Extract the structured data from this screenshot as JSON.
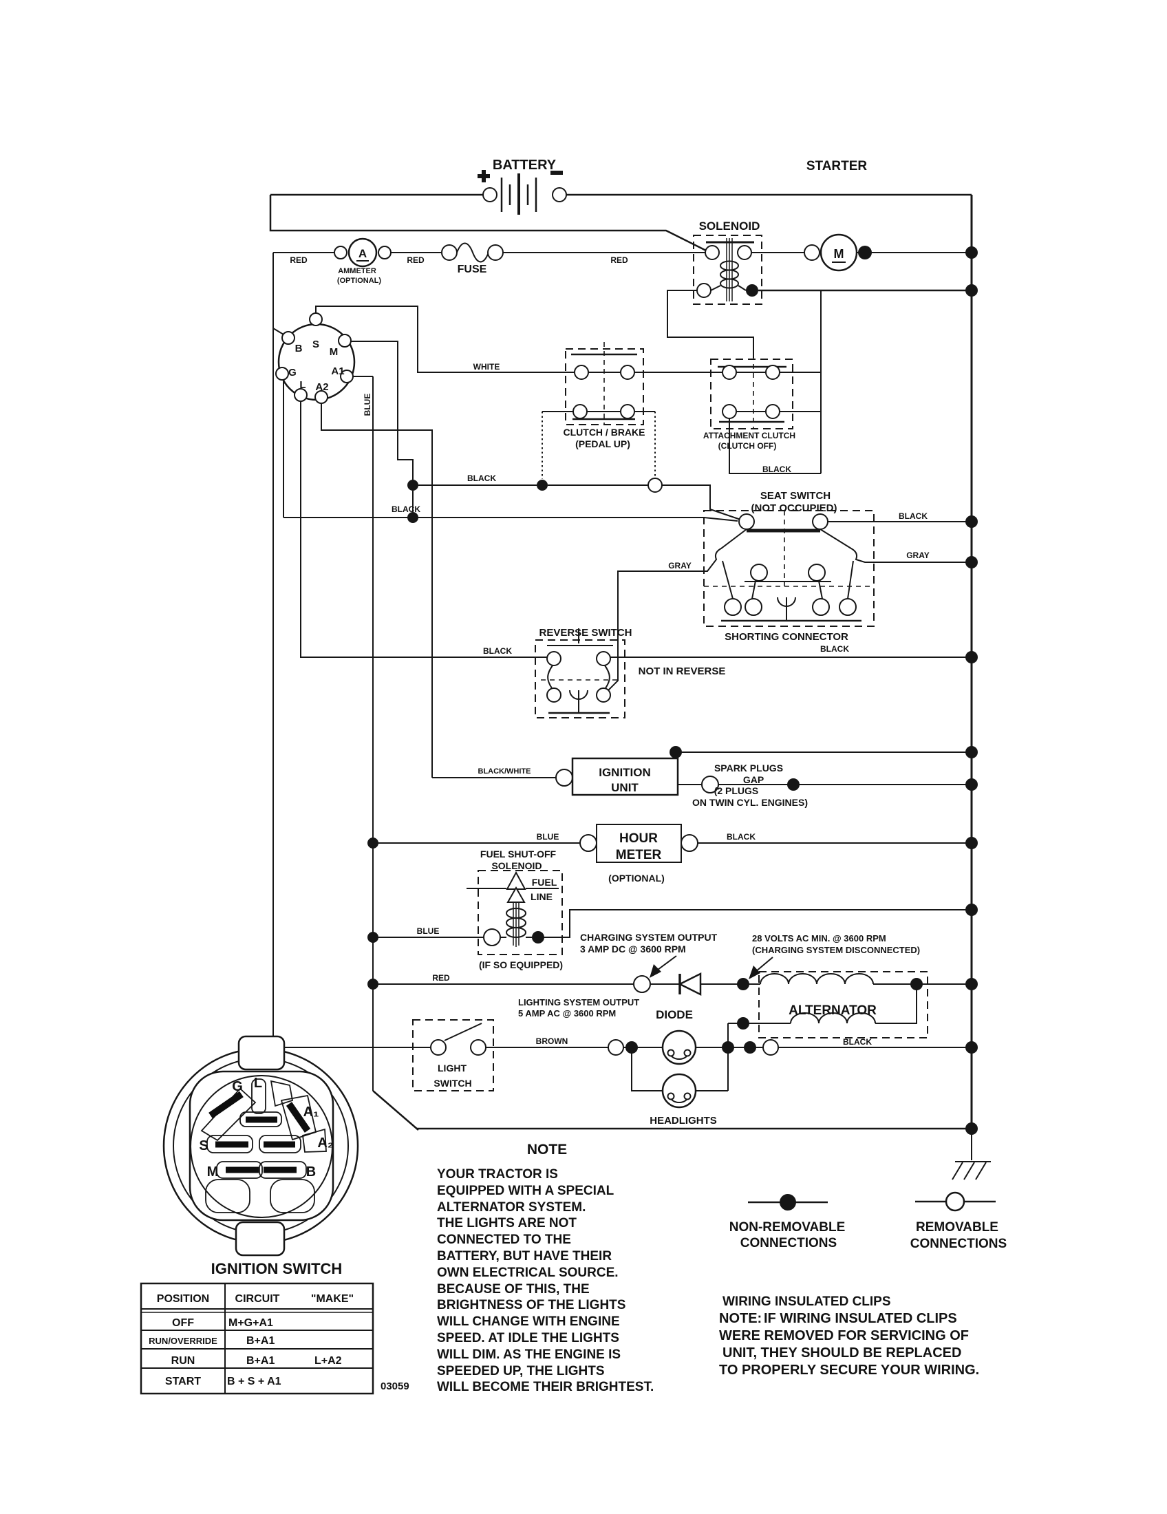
{
  "wires": {
    "red": "RED",
    "white": "WHITE",
    "blue": "BLUE",
    "black": "BLACK",
    "gray": "GRAY",
    "brown": "BROWN",
    "black_white": "BLACK/WHITE"
  },
  "components": {
    "battery": "BATTERY",
    "solenoid": "SOLENOID",
    "starter": "STARTER",
    "starter_m": "M",
    "ammeter_a": "A",
    "ammeter": "AMMETER",
    "ammeter_optional": "(OPTIONAL)",
    "fuse": "FUSE",
    "clutch_brake": "CLUTCH / BRAKE",
    "clutch_brake_state": "(PEDAL UP)",
    "attachment_clutch": "ATTACHMENT CLUTCH",
    "attachment_clutch_state": "(CLUTCH OFF)",
    "seat_switch": "SEAT SWITCH",
    "seat_switch_state": "(NOT OCCUPIED)",
    "shorting_connector": "SHORTING CONNECTOR",
    "reverse_switch": "REVERSE SWITCH",
    "reverse_switch_state": "NOT IN REVERSE",
    "ignition_unit_line1": "IGNITION",
    "ignition_unit_line2": "UNIT",
    "spark_line1": "SPARK PLUGS",
    "spark_line2": "GAP",
    "spark_line3": "(2 PLUGS",
    "spark_line4": "ON TWIN CYL. ENGINES)",
    "hour_line1": "HOUR",
    "hour_line2": "METER",
    "hour_optional": "(OPTIONAL)",
    "fuel_line1": "FUEL SHUT-OFF",
    "fuel_line2": "SOLENOID",
    "fuel_line3": "FUEL",
    "fuel_line4": "LINE",
    "fuel_equipped": "(IF SO EQUIPPED)",
    "charging_line1": "CHARGING SYSTEM OUTPUT",
    "charging_line2": "3 AMP DC @ 3600 RPM",
    "volts_line1": "28 VOLTS AC MIN. @ 3600 RPM",
    "volts_line2": "(CHARGING SYSTEM DISCONNECTED)",
    "lighting_line1": "LIGHTING SYSTEM OUTPUT",
    "lighting_line2": "5 AMP AC @ 3600 RPM",
    "diode": "DIODE",
    "alternator": "ALTERNATOR",
    "light_switch_line1": "LIGHT",
    "light_switch_line2": "SWITCH",
    "headlights": "HEADLIGHTS"
  },
  "connector": {
    "s": "S",
    "m": "M",
    "b": "B",
    "g": "G",
    "l": "L",
    "a1": "A1",
    "a2": "A2"
  },
  "ignition_switch": {
    "title": "IGNITION SWITCH",
    "g": "G",
    "l": "L",
    "a1": "A₁",
    "a2": "A₂",
    "s": "S",
    "m": "M",
    "b": "B"
  },
  "note": {
    "heading": "NOTE",
    "lines": [
      "YOUR TRACTOR IS",
      "EQUIPPED WITH A SPECIAL",
      "ALTERNATOR SYSTEM.",
      "THE LIGHTS ARE NOT",
      "CONNECTED TO THE",
      "BATTERY, BUT HAVE THEIR",
      "OWN ELECTRICAL SOURCE.",
      "BECAUSE OF THIS, THE",
      "BRIGHTNESS OF THE LIGHTS",
      "WILL CHANGE WITH ENGINE",
      "SPEED.  AT IDLE THE LIGHTS",
      "WILL DIM.  AS THE ENGINE IS",
      "SPEEDED UP, THE LIGHTS",
      "WILL BECOME THEIR BRIGHTEST."
    ]
  },
  "legend": {
    "non_removable_line1": "NON-REMOVABLE",
    "non_removable_line2": "CONNECTIONS",
    "removable_line1": "REMOVABLE",
    "removable_line2": "CONNECTIONS"
  },
  "clips": {
    "heading": "WIRING INSULATED CLIPS",
    "note_label": "NOTE:",
    "lines": [
      "IF WIRING INSULATED CLIPS",
      "WERE REMOVED FOR SERVICING OF",
      "UNIT, THEY SHOULD BE REPLACED",
      "TO PROPERLY SECURE YOUR WIRING."
    ]
  },
  "table": {
    "headers": [
      "POSITION",
      "CIRCUIT",
      "\"MAKE\""
    ],
    "rows": [
      [
        "OFF",
        "M+G+A1",
        ""
      ],
      [
        "RUN/OVERRIDE",
        "B+A1",
        ""
      ],
      [
        "RUN",
        "B+A1",
        "L+A2"
      ],
      [
        "START",
        "B + S + A1",
        ""
      ]
    ]
  },
  "doc_number": "03059"
}
